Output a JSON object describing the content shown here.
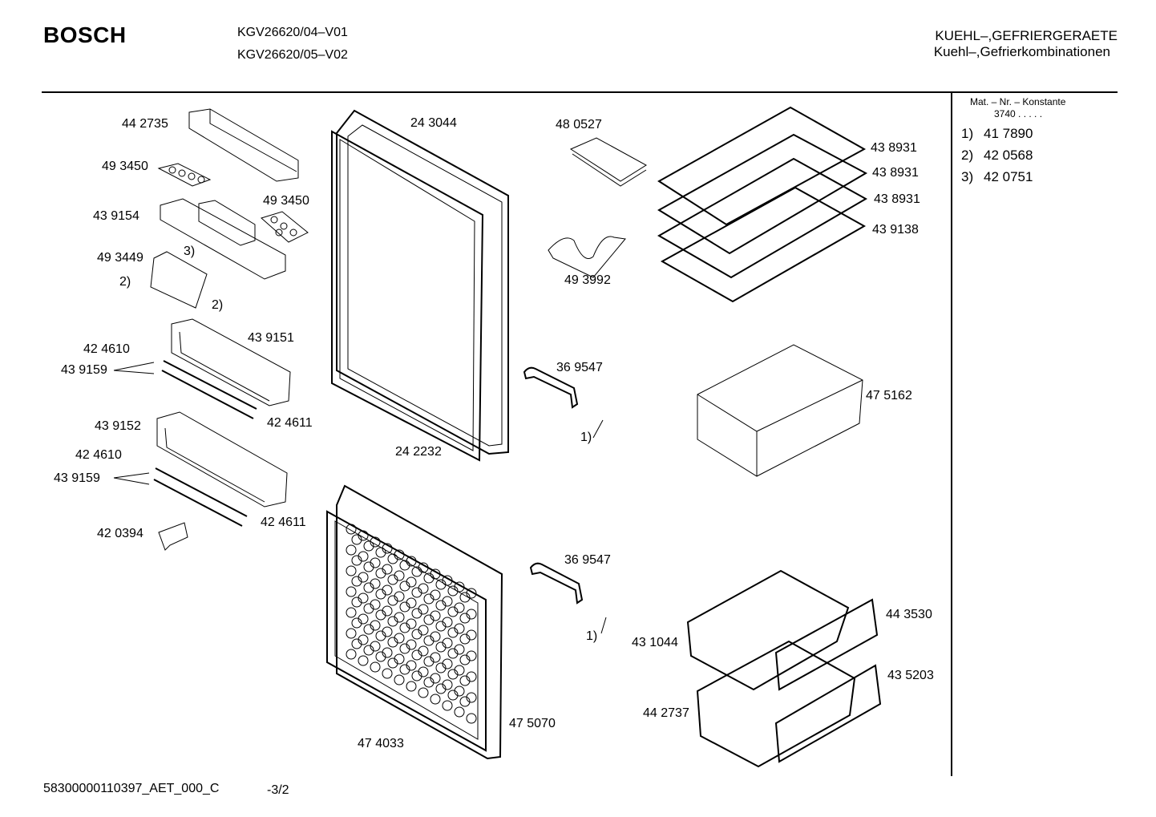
{
  "header": {
    "brand": "BOSCH",
    "model_1": "KGV26620/04–V01",
    "model_2": "KGV26620/05–V02",
    "category_1": "KUEHL–,GEFRIERGERAETE",
    "category_2": "Kuehl–,Gefrierkombinationen"
  },
  "sidebar": {
    "title": "Mat. – Nr. – Konstante",
    "constant": "3740  .  .  .  .  .",
    "footnotes": [
      {
        "mark": "1)",
        "number": "41 7890"
      },
      {
        "mark": "2)",
        "number": "42 0568"
      },
      {
        "mark": "3)",
        "number": "42 0751"
      }
    ]
  },
  "parts": {
    "p442735": "44 2735",
    "p493450a": "49 3450",
    "p493450b": "49 3450",
    "p439154": "43 9154",
    "p493449": "49 3449",
    "m3": "3)",
    "m2a": "2)",
    "m2b": "2)",
    "p439151": "43 9151",
    "p424610a": "42 4610",
    "p439159a": "43 9159",
    "p424611a": "42 4611",
    "p439152": "43 9152",
    "p424610b": "42 4610",
    "p439159b": "43 9159",
    "p424611b": "42 4611",
    "p420394": "42 0394",
    "p243044": "24 3044",
    "p242232": "24 2232",
    "p480527": "48 0527",
    "p493992": "49 3992",
    "p369547a": "36 9547",
    "m1a": "1)",
    "p438931a": "43 8931",
    "p438931b": "43 8931",
    "p438931c": "43 8931",
    "p439138": "43 9138",
    "p475162": "47 5162",
    "p369547b": "36 9547",
    "m1b": "1)",
    "p443530": "44 3530",
    "p431044": "43 1044",
    "p435203": "43 5203",
    "p442737": "44 2737",
    "p475070": "47 5070",
    "p474033": "47 4033"
  },
  "footer": {
    "doc_id": "58300000110397_AET_000_C",
    "page": "-3/2"
  }
}
